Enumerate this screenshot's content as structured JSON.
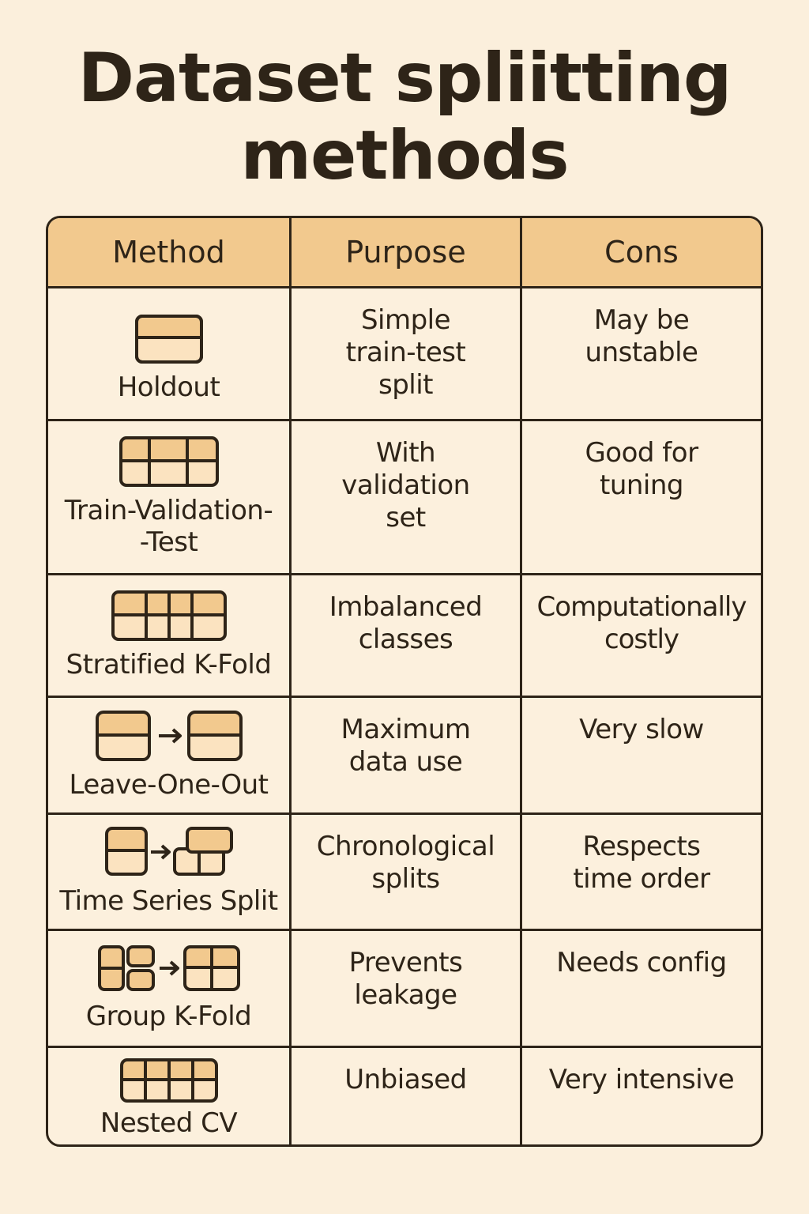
{
  "title": {
    "line1": "Dataset spliitting",
    "line2": "methods"
  },
  "colors": {
    "background": "#fbefdc",
    "header": "#f2c98e",
    "ink": "#2e2418",
    "icon_dark": "#f2c98e",
    "icon_light": "#fbe3c0"
  },
  "table": {
    "headers": {
      "method": "Method",
      "purpose": "Purpose",
      "cons": "Cons"
    },
    "rows": [
      {
        "icon": "holdout-split-icon",
        "method": [
          "Holdout"
        ],
        "purpose": [
          "Simple",
          "train-test",
          "split"
        ],
        "cons": [
          "May be",
          "unstable"
        ]
      },
      {
        "icon": "train-validation-test-icon",
        "method": [
          "Train-Validation-",
          "-Test"
        ],
        "purpose": [
          "With",
          "validation",
          "set"
        ],
        "cons": [
          "Good for",
          "tuning"
        ]
      },
      {
        "icon": "stratified-kfold-icon",
        "method": [
          "Stratified K-Fold"
        ],
        "purpose": [
          "Imbalanced",
          "classes"
        ],
        "cons": [
          "Computationally",
          "costly"
        ]
      },
      {
        "icon": "leave-one-out-icon",
        "method": [
          "Leave-One-Out"
        ],
        "purpose": [
          "Maximum",
          "data use"
        ],
        "cons": [
          "Very slow"
        ]
      },
      {
        "icon": "time-series-split-icon",
        "method": [
          "Time Series Split"
        ],
        "purpose": [
          "Chronological",
          "splits"
        ],
        "cons": [
          "Respects",
          "time order"
        ]
      },
      {
        "icon": "group-kfold-icon",
        "method": [
          "Group K-Fold"
        ],
        "purpose": [
          "Prevents",
          "leakage"
        ],
        "cons": [
          "Needs config"
        ]
      },
      {
        "icon": "nested-cv-icon",
        "method": [
          "Nested CV"
        ],
        "purpose": [
          "Unbiased"
        ],
        "cons": [
          "Very intensive"
        ]
      }
    ]
  }
}
